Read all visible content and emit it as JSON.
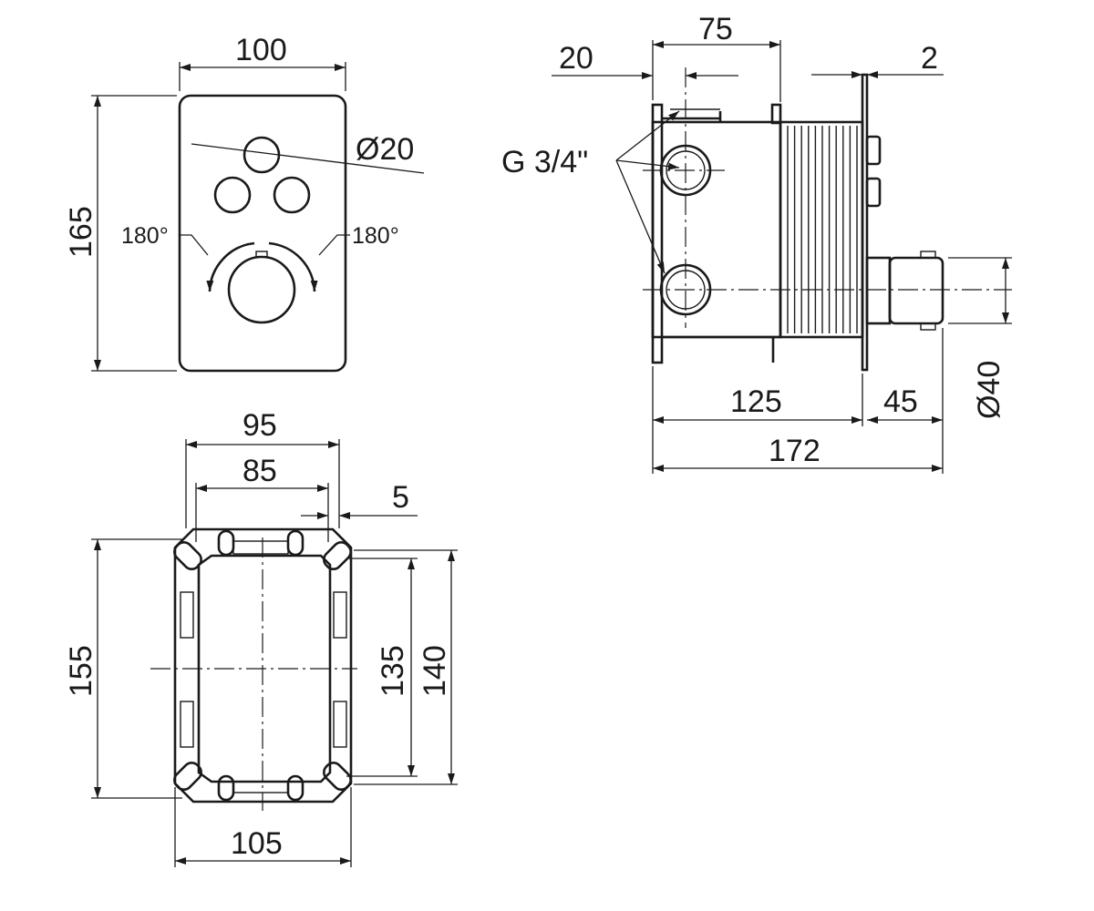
{
  "front_view": {
    "width": "100",
    "height": "165",
    "button_diameter": "Ø20",
    "rotation_left": "180°",
    "rotation_right": "180°"
  },
  "side_view": {
    "depth_75": "75",
    "offset_20": "20",
    "plate_2": "2",
    "thread": "G 3/4\"",
    "body_125": "125",
    "handle_45": "45",
    "total_172": "172",
    "handle_diameter": "Ø40"
  },
  "box_view": {
    "outer_width": "95",
    "inner_width": "85",
    "wall": "5",
    "height_155": "155",
    "height_135": "135",
    "height_140": "140",
    "bottom_width": "105"
  }
}
